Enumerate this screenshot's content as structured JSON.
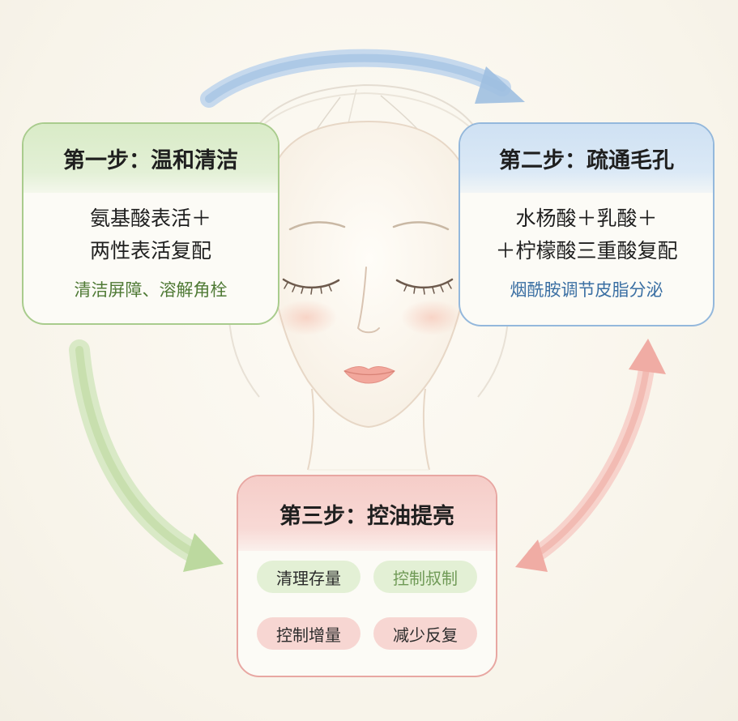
{
  "steps": [
    {
      "title": "第一步：温和清洁",
      "lines": [
        "氨基酸表活＋",
        "两性表活复配"
      ],
      "note": "清洁屏障、溶解角栓",
      "color": "#a9cc8d"
    },
    {
      "title": "第二步：疏通毛孔",
      "lines": [
        "水杨酸＋乳酸＋",
        "＋柠檬酸三重酸复配"
      ],
      "note": "烟酰胺调节皮脂分泌",
      "color": "#94b8dc"
    },
    {
      "title": "第三步：控油提亮",
      "tags": [
        "清理存量",
        "控制叔制",
        "控制增量",
        "减少反复"
      ],
      "color": "#e8a7a2"
    }
  ],
  "arrows": [
    {
      "from": "step-1",
      "to": "step-2",
      "color": "#a8c8e6",
      "icon": "curved-arrow"
    },
    {
      "from": "step-1",
      "to": "step-3",
      "color": "#c7dfae",
      "icon": "curved-arrow"
    },
    {
      "from": "step-2",
      "to": "step-3",
      "color": "#f1b3ac",
      "icon": "double-headed-arrow"
    }
  ],
  "illustration": {
    "icon": "woman-face-watercolor"
  }
}
